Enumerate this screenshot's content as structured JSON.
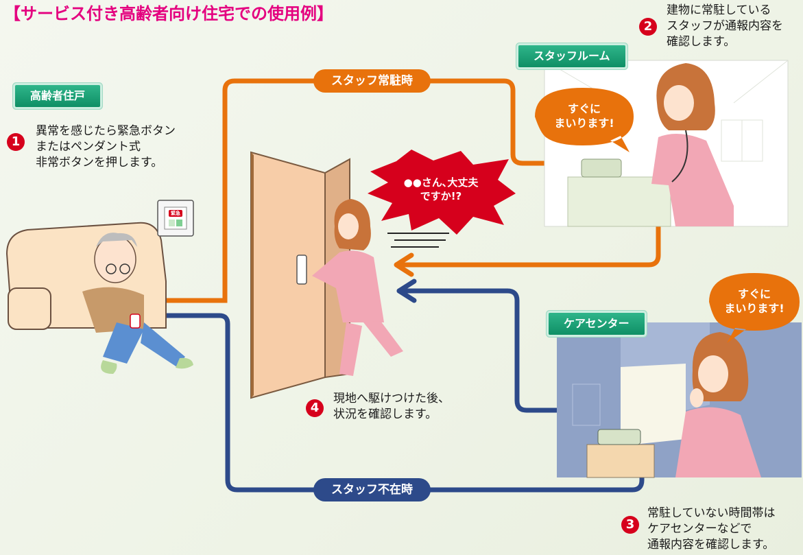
{
  "title": "【サービス付き高齢者向け住宅での使用例】",
  "locations": {
    "resident": "高齢者住戸",
    "staff_room": "スタッフルーム",
    "care_center": "ケアセンター"
  },
  "routes": {
    "staff_present": "スタッフ常駐時",
    "staff_absent": "スタッフ不在時"
  },
  "steps": [
    {
      "number": "1",
      "text": "異常を感じたら緊急ボタン\nまたはペンダント式\n非常ボタンを押します。"
    },
    {
      "number": "2",
      "text": "建物に常駐している\nスタッフが通報内容を\n確認します。"
    },
    {
      "number": "3",
      "text": "常駐していない時間帯は\nケアセンターなどで\n通報内容を確認します。"
    },
    {
      "number": "4",
      "text": "現地へ駆けつけた後、\n状況を確認します。"
    }
  ],
  "bubbles": {
    "staff_room": "すぐに\nまいります!",
    "care_center": "すぐに\nまいります!",
    "door": "●●さん､大丈夫\nですか!?"
  },
  "device_label": "緊急",
  "colors": {
    "title": "#e4007f",
    "orange_route": "#e8720c",
    "blue_route": "#2d4a8a",
    "label_green": "#0f8f65",
    "step_red": "#d6001c"
  }
}
